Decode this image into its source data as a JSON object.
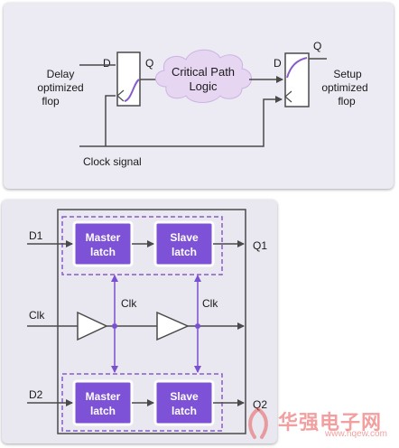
{
  "colors": {
    "wire": "#4a4a4a",
    "purple_wire": "#7a4fd0",
    "latch_fill": "#7d52d6",
    "cloud_fill": "#e6d6f2",
    "dashed_border": "#8a5cc9"
  },
  "top_diagram": {
    "left_flop": {
      "d_label": "D",
      "q_label": "Q",
      "caption_lines": [
        "Delay",
        "optimized",
        "flop"
      ]
    },
    "cloud": {
      "lines": [
        "Critical Path",
        "Logic"
      ]
    },
    "right_flop": {
      "d_label": "D",
      "q_label": "Q",
      "caption_lines": [
        "Setup",
        "optimized",
        "flop"
      ]
    },
    "clock_label": "Clock signal"
  },
  "bottom_diagram": {
    "inputs": {
      "d1": "D1",
      "clk": "Clk",
      "d2": "D2"
    },
    "outputs": {
      "q1": "Q1",
      "q2": "Q2"
    },
    "top_row": {
      "master_lines": [
        "Master",
        "latch"
      ],
      "slave_lines": [
        "Slave",
        "latch"
      ]
    },
    "bottom_row": {
      "master_lines": [
        "Master",
        "latch"
      ],
      "slave_lines": [
        "Slave",
        "latch"
      ]
    },
    "clk_tap_labels": [
      "Clk",
      "Clk"
    ]
  },
  "watermark": {
    "chinese": "华强电子网",
    "url": "www.hqew.com"
  }
}
